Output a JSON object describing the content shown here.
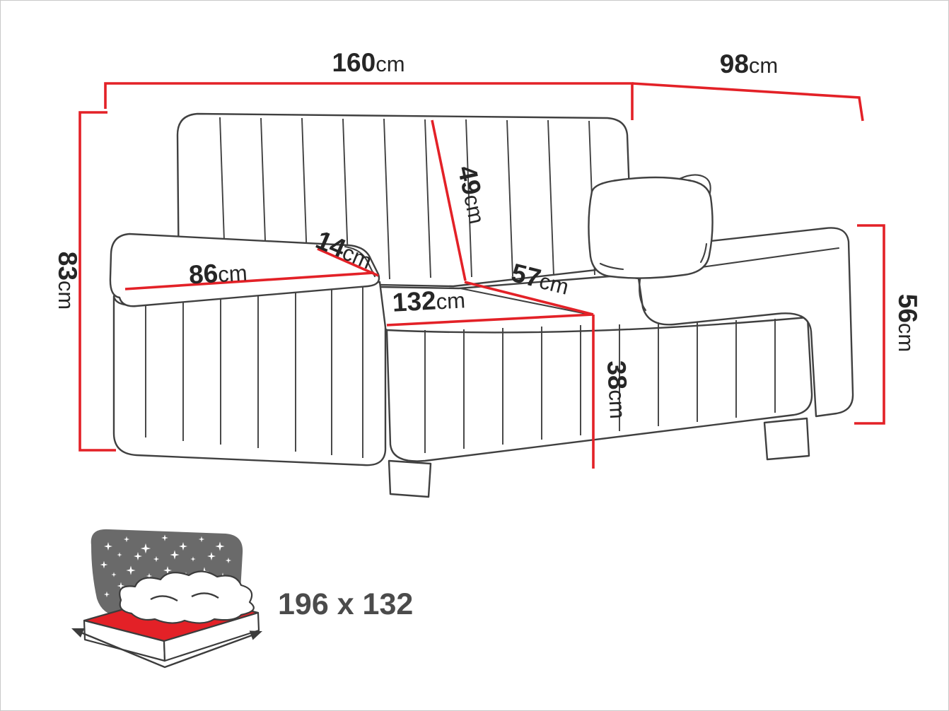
{
  "diagram": {
    "dims": {
      "width": {
        "value": "160",
        "unit": "cm"
      },
      "depth": {
        "value": "98",
        "unit": "cm"
      },
      "height": {
        "value": "83",
        "unit": "cm"
      },
      "backrest_height": {
        "value": "49",
        "unit": "cm"
      },
      "armrest_width": {
        "value": "14",
        "unit": "cm"
      },
      "armrest_length": {
        "value": "86",
        "unit": "cm"
      },
      "seat_width": {
        "value": "132",
        "unit": "cm"
      },
      "seat_depth": {
        "value": "57",
        "unit": "cm"
      },
      "seat_base_height": {
        "value": "38",
        "unit": "cm"
      },
      "armrest_height": {
        "value": "56",
        "unit": "cm"
      }
    },
    "sleeping_area_label": "196 x 132",
    "colors": {
      "dimension_red": "#e32127",
      "outline": "#404040",
      "text": "#262626",
      "icon_gray": "#6a6a6a"
    }
  }
}
